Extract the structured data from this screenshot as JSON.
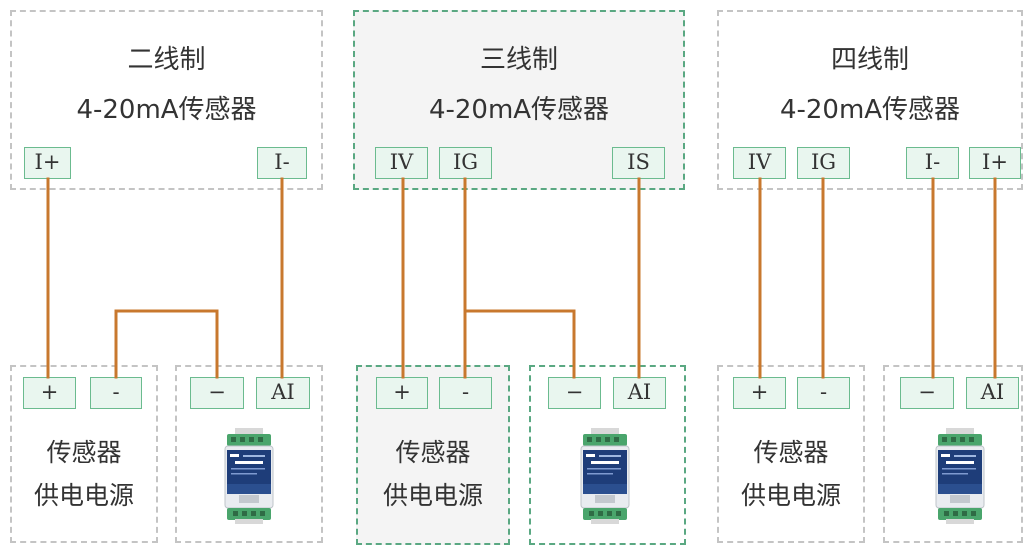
{
  "sensors": {
    "two_wire": {
      "title_line1": "二线制",
      "title_line2": "4-20mA传感器",
      "terminals": [
        "I+",
        "I-"
      ]
    },
    "three_wire": {
      "title_line1": "三线制",
      "title_line2": "4-20mA传感器",
      "terminals": [
        "IV",
        "IG",
        "IS"
      ]
    },
    "four_wire": {
      "title_line1": "四线制",
      "title_line2": "4-20mA传感器",
      "terminals": [
        "IV",
        "IG",
        "I-",
        "I+"
      ]
    }
  },
  "power_supply": {
    "line1": "传感器",
    "line2": "供电电源",
    "plus": "+",
    "minus": "-"
  },
  "module": {
    "minus": "−",
    "ai": "AI"
  },
  "colors": {
    "wire": "#c8782e",
    "terminal_border": "#6bbb8f",
    "terminal_fill": "#e9f6ef",
    "highlight_border": "#5aa882",
    "dashed_border": "#c4c4c4"
  }
}
